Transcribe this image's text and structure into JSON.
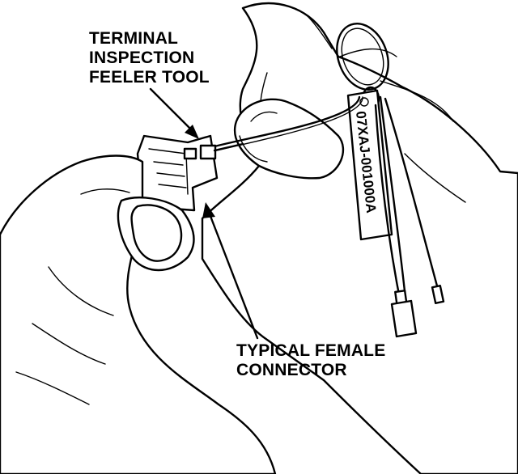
{
  "labels": {
    "tool": [
      "TERMINAL",
      "INSPECTION",
      "FEELER TOOL"
    ],
    "connector": [
      "TYPICAL FEMALE",
      "CONNECTOR"
    ],
    "tag_text": "07XAJ-001000A"
  },
  "colors": {
    "ink": "#000000",
    "paper": "#ffffff"
  }
}
